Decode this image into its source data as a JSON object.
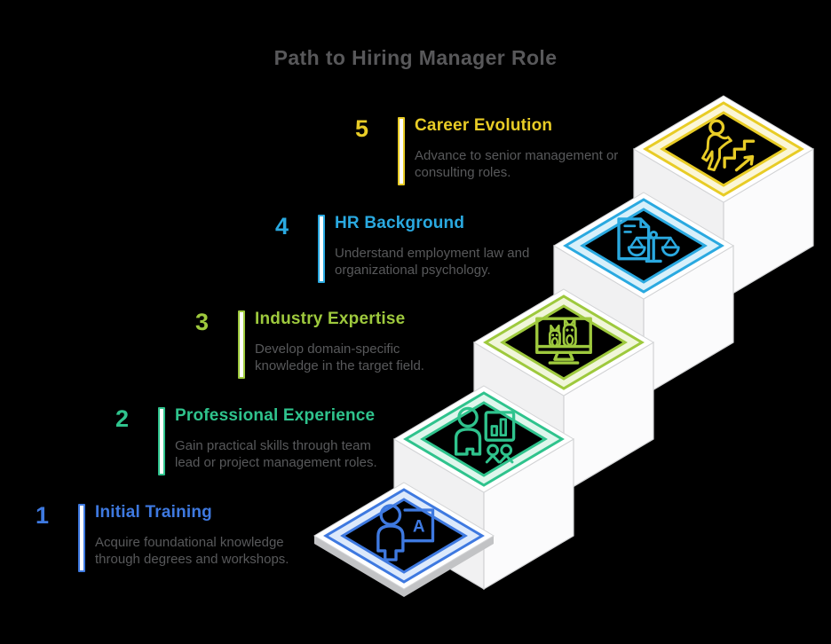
{
  "title": "Path to Hiring Manager Role",
  "steps": [
    {
      "number": "1",
      "label": "Initial Training",
      "description": [
        "Acquire foundational knowledge",
        "through degrees and workshops."
      ],
      "color": "#3E79E0",
      "tint": "#DCE9FB",
      "icon": "person-board-a-icon",
      "board_letter": "A"
    },
    {
      "number": "2",
      "label": "Professional Experience",
      "description": [
        "Gain practical skills through team",
        "lead or project management roles."
      ],
      "color": "#2FC38D",
      "tint": "#DFF6EC",
      "icon": "presenter-chart-icon"
    },
    {
      "number": "3",
      "label": "Industry Expertise",
      "description": [
        "Develop domain-specific",
        "knowledge in the target field."
      ],
      "color": "#9EC93D",
      "tint": "#F0F6D9",
      "icon": "monitor-owls-icon"
    },
    {
      "number": "4",
      "label": "HR Background",
      "description": [
        "Understand employment law and",
        "organizational psychology."
      ],
      "color": "#2AA9E0",
      "tint": "#D8F0FA",
      "icon": "document-scales-icon"
    },
    {
      "number": "5",
      "label": "Career Evolution",
      "description": [
        "Advance to senior management or",
        "consulting roles."
      ],
      "color": "#E8CC26",
      "tint": "#FBF6D6",
      "icon": "career-stairs-icon"
    }
  ],
  "colors": {
    "background": "#000000",
    "title_text": "#58585A",
    "description_text": "#58595B",
    "surface_top": "#FFFFFF",
    "surface_light": "#FBFBFC",
    "surface_shade": "#F1F1F2",
    "surface_edge": "#D2D3D5",
    "surface_shadow": "#C2C3C5"
  }
}
